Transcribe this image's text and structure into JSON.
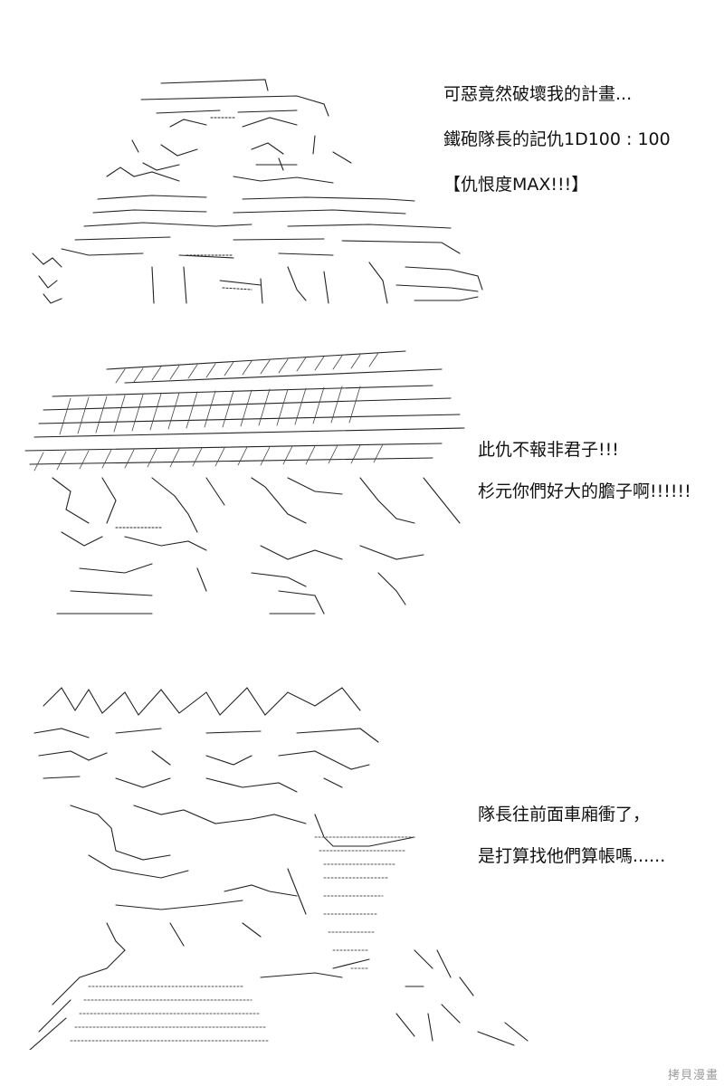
{
  "panels": [
    {
      "id": "panel-1",
      "art_subject": "ascii-art-panel-1",
      "captions": [
        "可惡竟然破壞我的計畫...",
        "鐵砲隊長的記仇1D100 : 100",
        "【仇恨度MAX!!!】"
      ]
    },
    {
      "id": "panel-2",
      "art_subject": "ascii-art-panel-2",
      "captions": [
        "此仇不報非君子!!!",
        "杉元你們好大的膽子啊!!!!!!"
      ]
    },
    {
      "id": "panel-3",
      "art_subject": "ascii-art-panel-3",
      "captions": [
        "隊長往前面車廂衝了，",
        "是打算找他們算帳嗎......"
      ]
    }
  ],
  "watermark": "拷貝漫畫",
  "colors": {
    "background": "#ffffff",
    "ink": "#111111",
    "watermark": "#9a9a9a"
  }
}
